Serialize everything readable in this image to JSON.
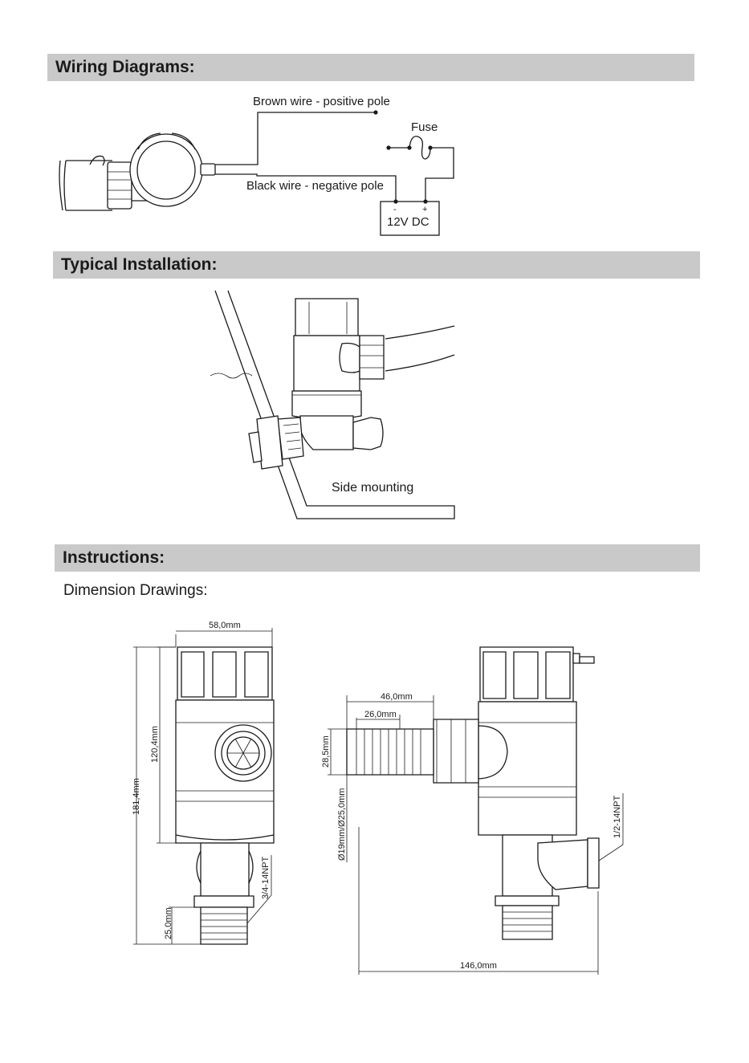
{
  "sections": {
    "wiring": {
      "title": "Wiring Diagrams:"
    },
    "installation": {
      "title": "Typical Installation:"
    },
    "instructions": {
      "title": "Instructions:",
      "subtitle": "Dimension Drawings:"
    }
  },
  "wiring_diagram": {
    "brown_wire": "Brown wire - positive pole",
    "black_wire": "Black wire - negative pole",
    "fuse": "Fuse",
    "battery": "12V DC",
    "minus": "-",
    "plus": "+"
  },
  "installation_diagram": {
    "caption": "Side mounting"
  },
  "dimensions": {
    "width_top": "58,0mm",
    "height_body": "120,4mm",
    "height_total": "181,4mm",
    "thread_height": "25,0mm",
    "thread_main": "3/4-14NPT",
    "hose_length": "46,0mm",
    "hose_inner_length": "26,0mm",
    "hose_outer": "28,5mm",
    "hose_diameters": "Ø19mm/Ø25,0mm",
    "thread_side": "1/2-14NPT",
    "total_width": "146,0mm"
  }
}
